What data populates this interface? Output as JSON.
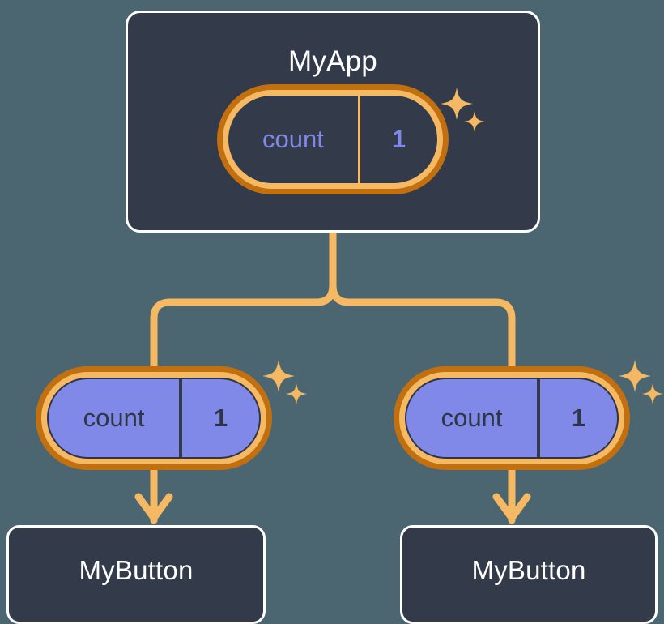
{
  "diagram": {
    "type": "component-tree",
    "background_color": "#4c6671",
    "accent_color": "#f6b963",
    "accent_dark_color": "#c2700f",
    "state_fill_color": "#8089e8",
    "card_fill_color": "#333a4a",
    "card_border_color": "#ffffff"
  },
  "root": {
    "title": "MyApp",
    "state": {
      "key": "count",
      "value": "1"
    }
  },
  "children": [
    {
      "state": {
        "key": "count",
        "value": "1"
      },
      "title": "MyButton"
    },
    {
      "state": {
        "key": "count",
        "value": "1"
      },
      "title": "MyButton"
    }
  ],
  "icons": {
    "sparkle_large": "sparkle-icon",
    "sparkle_small": "sparkle-icon",
    "arrow": "arrow-down-icon"
  }
}
